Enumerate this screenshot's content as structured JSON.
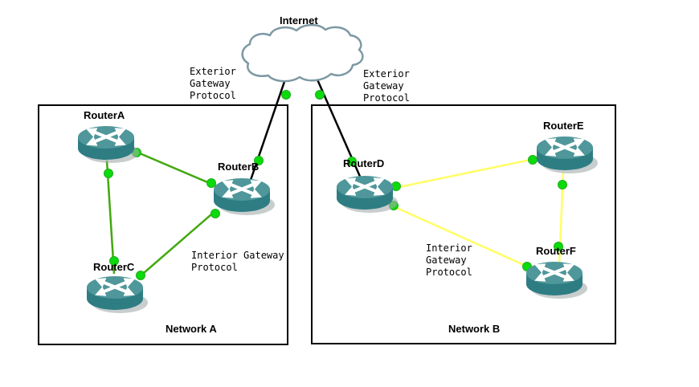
{
  "diagram_title": "EGP / IGP network diagram",
  "internet": {
    "label": "Internet"
  },
  "labels": {
    "egp_left": "Exterior\nGateway\nProtocol",
    "egp_right": "Exterior\nGateway\nProtocol",
    "igp_a": "Interior Gateway\nProtocol",
    "igp_b": "Interior\nGateway\nProtocol"
  },
  "network_a": {
    "label": "Network A",
    "routers": [
      {
        "name": "RouterA"
      },
      {
        "name": "RouterB"
      },
      {
        "name": "RouterC"
      }
    ]
  },
  "network_b": {
    "label": "Network B",
    "routers": [
      {
        "name": "RouterD"
      },
      {
        "name": "RouterE"
      },
      {
        "name": "RouterF"
      }
    ]
  },
  "connections": [
    {
      "from": "Internet",
      "to": "RouterB",
      "protocol": "Exterior Gateway Protocol"
    },
    {
      "from": "Internet",
      "to": "RouterD",
      "protocol": "Exterior Gateway Protocol"
    },
    {
      "from": "RouterA",
      "to": "RouterB",
      "protocol": "Interior Gateway Protocol"
    },
    {
      "from": "RouterA",
      "to": "RouterC",
      "protocol": "Interior Gateway Protocol"
    },
    {
      "from": "RouterB",
      "to": "RouterC",
      "protocol": "Interior Gateway Protocol"
    },
    {
      "from": "RouterD",
      "to": "RouterE",
      "protocol": "Interior Gateway Protocol"
    },
    {
      "from": "RouterD",
      "to": "RouterF",
      "protocol": "Interior Gateway Protocol"
    },
    {
      "from": "RouterE",
      "to": "RouterF",
      "protocol": "Interior Gateway Protocol"
    }
  ],
  "colors": {
    "egp_line": "#000000",
    "igp_a_line": "#42a80f",
    "igp_b_line": "#ffff66",
    "connection_dot": "#0bdb0b",
    "cloud_outline": "#7d98a4",
    "box_border": "#000000",
    "router_top": "#4f979a",
    "router_side": "#2e7d83"
  }
}
